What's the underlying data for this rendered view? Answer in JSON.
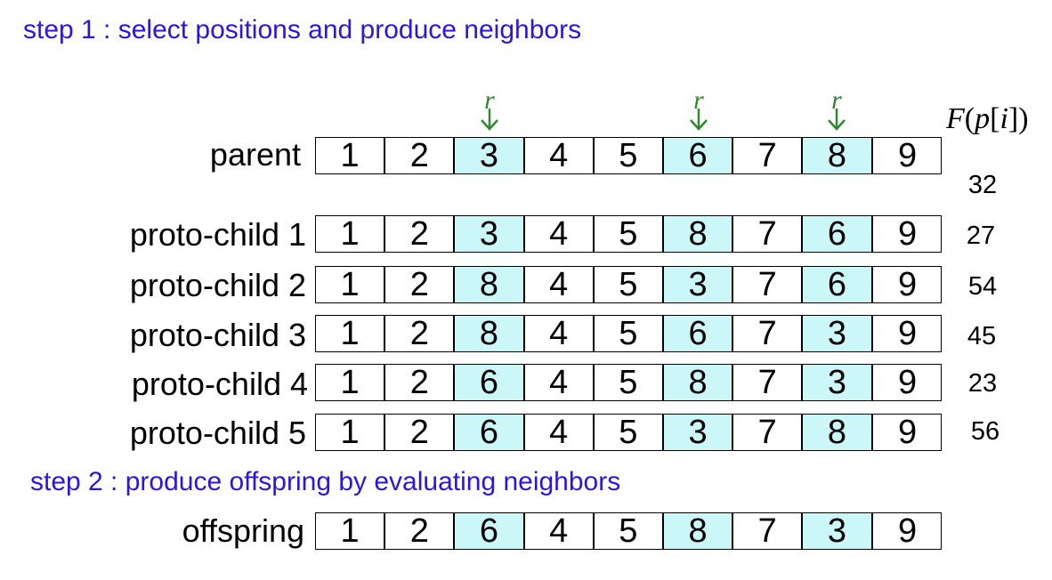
{
  "step1_text": "step 1 : select positions and produce neighbors",
  "step2_text": "step 2 : produce offspring by evaluating neighbors",
  "marker_symbol": "r",
  "selected_positions": [
    3,
    6,
    8
  ],
  "fitness_header": {
    "f": "F",
    "open": "(",
    "p": "p",
    "lb": "[",
    "i": "i",
    "rb": "])"
  },
  "highlight_color": "#ccf7f9",
  "text_accent_color": "#2b14e6",
  "marker_color": "#2f8a2f",
  "rows": [
    {
      "label": "parent",
      "genes": [
        "1",
        "2",
        "3",
        "4",
        "5",
        "6",
        "7",
        "8",
        "9"
      ],
      "fitness": "32"
    },
    {
      "label": "proto-child 1",
      "genes": [
        "1",
        "2",
        "3",
        "4",
        "5",
        "8",
        "7",
        "6",
        "9"
      ],
      "fitness": "27"
    },
    {
      "label": "proto-child 2",
      "genes": [
        "1",
        "2",
        "8",
        "4",
        "5",
        "3",
        "7",
        "6",
        "9"
      ],
      "fitness": "54"
    },
    {
      "label": "proto-child 3",
      "genes": [
        "1",
        "2",
        "8",
        "4",
        "5",
        "6",
        "7",
        "3",
        "9"
      ],
      "fitness": "45"
    },
    {
      "label": "proto-child 4",
      "genes": [
        "1",
        "2",
        "6",
        "4",
        "5",
        "8",
        "7",
        "3",
        "9"
      ],
      "fitness": "23"
    },
    {
      "label": "proto-child 5",
      "genes": [
        "1",
        "2",
        "6",
        "4",
        "5",
        "3",
        "7",
        "8",
        "9"
      ],
      "fitness": "56"
    },
    {
      "label": "offspring",
      "genes": [
        "1",
        "2",
        "6",
        "4",
        "5",
        "8",
        "7",
        "3",
        "9"
      ]
    }
  ]
}
